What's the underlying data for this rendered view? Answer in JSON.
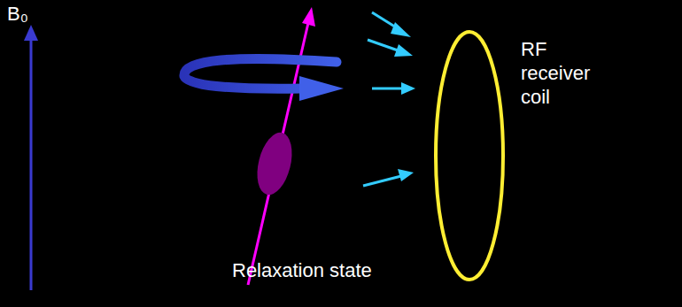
{
  "diagram": {
    "labels": [
      "B₀",
      "RF receiver coil",
      "Relaxation state"
    ]
  }
}
